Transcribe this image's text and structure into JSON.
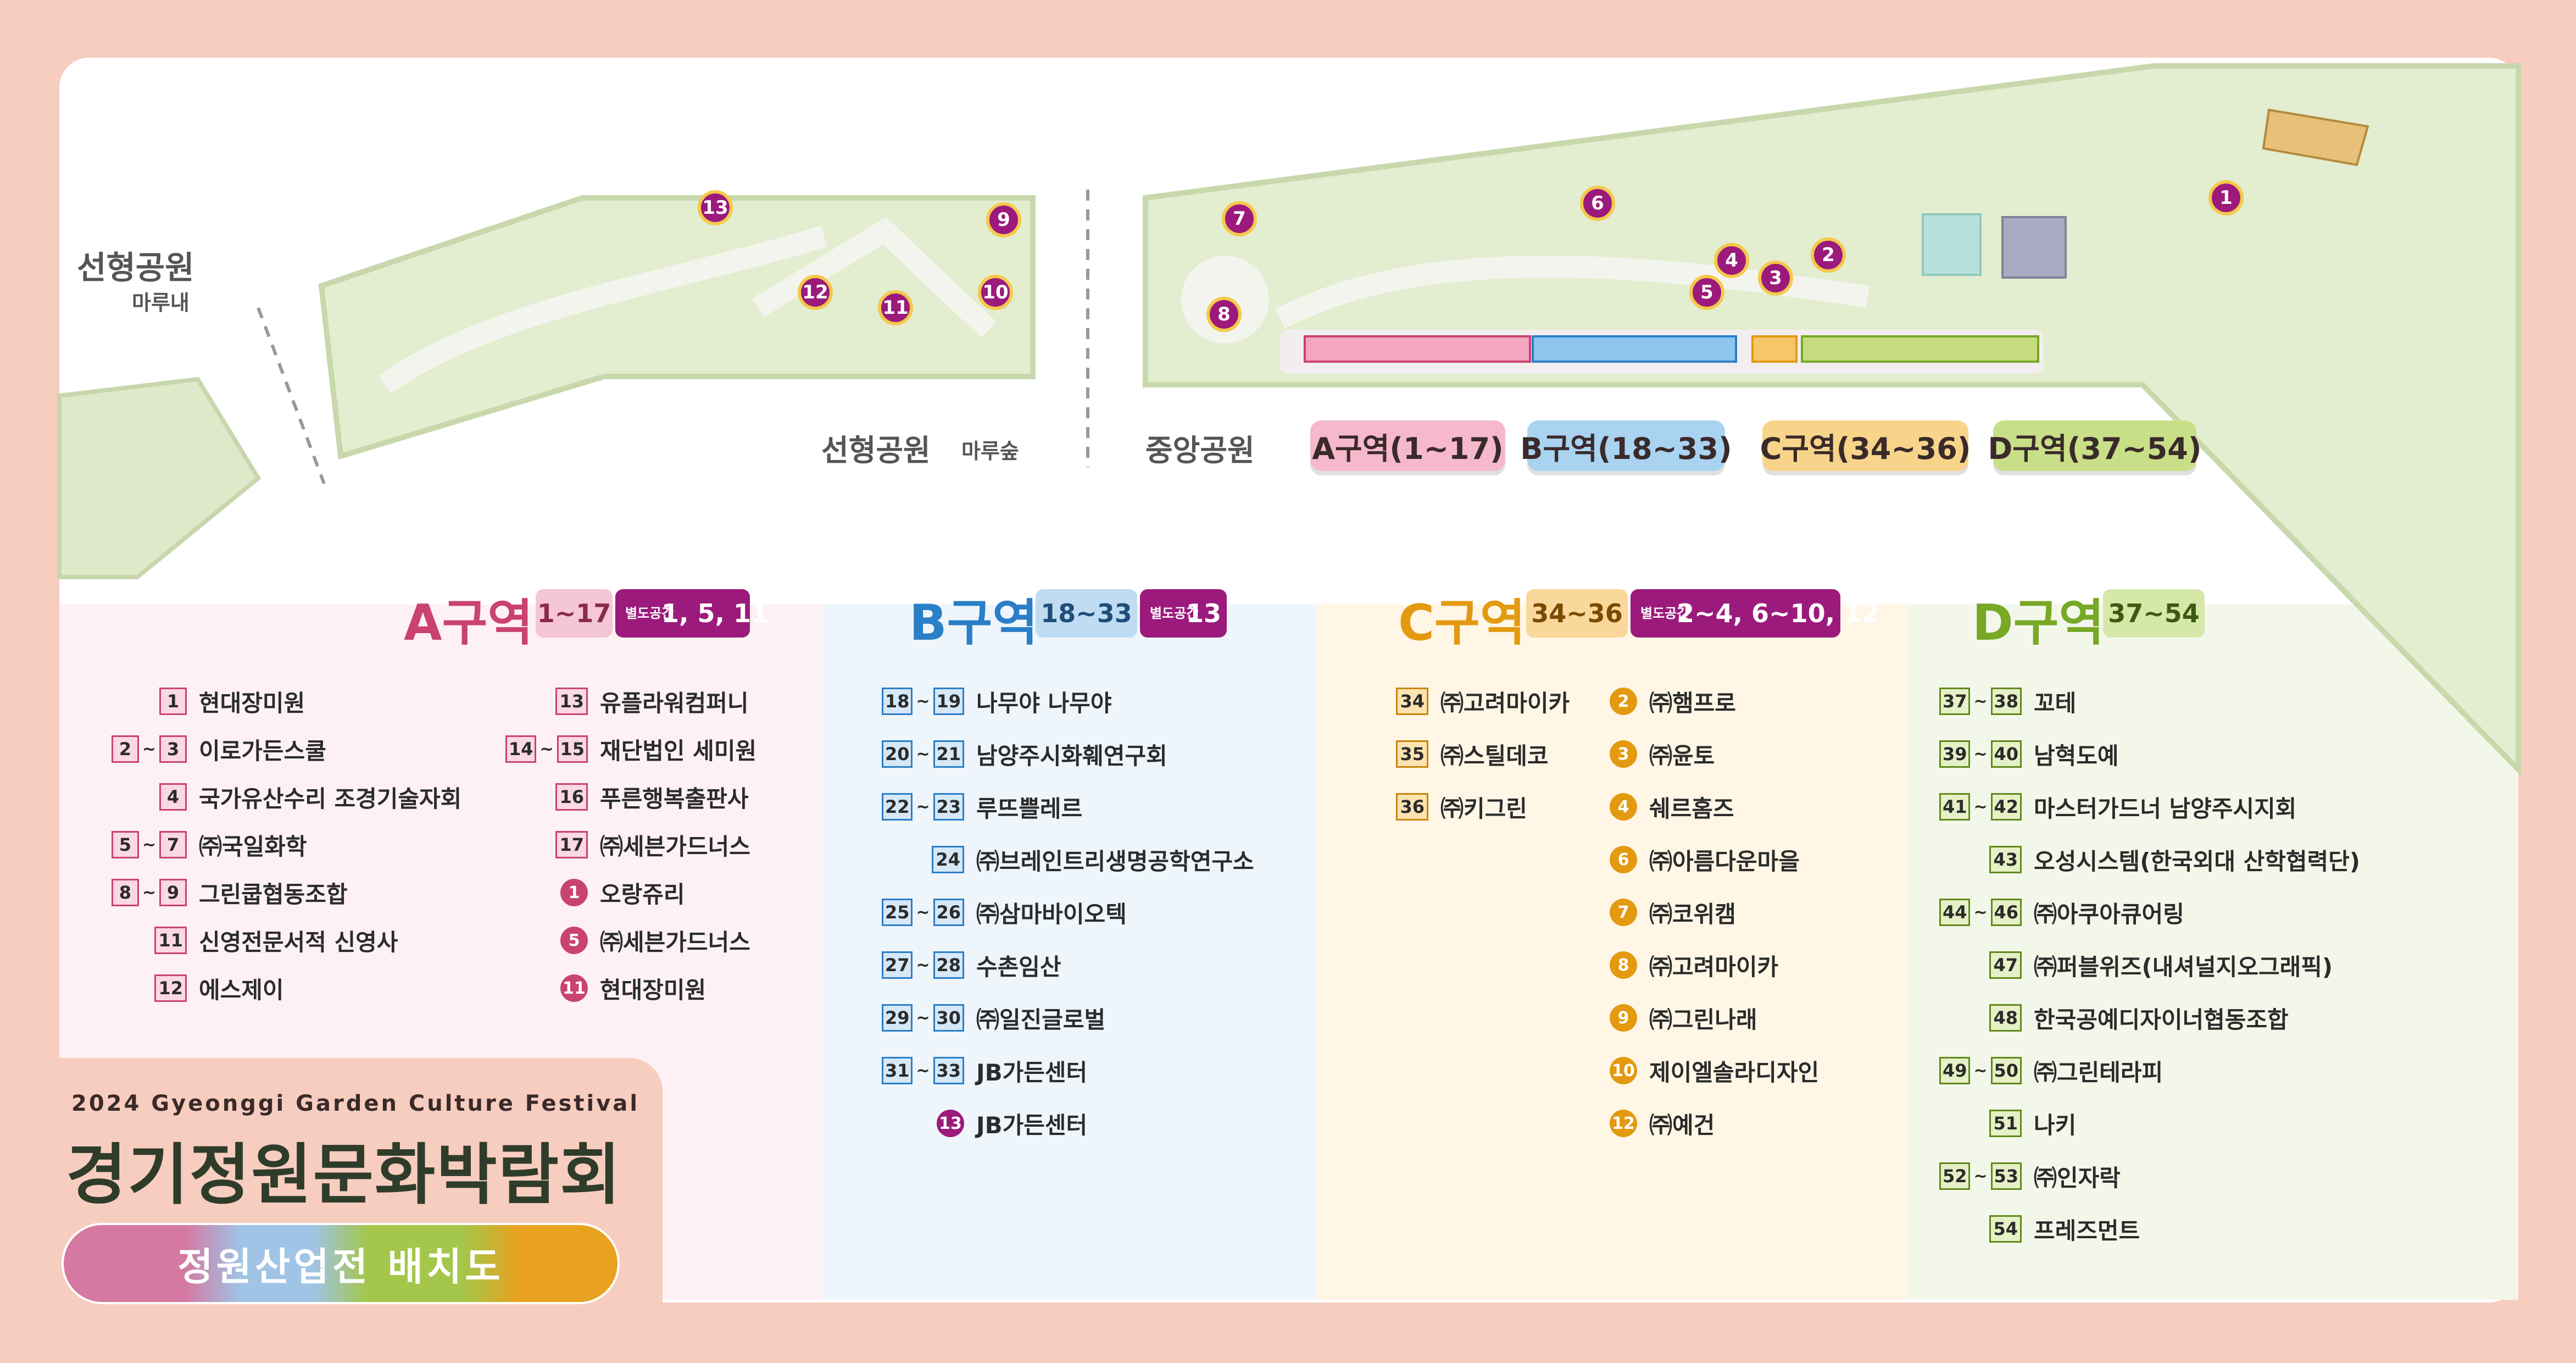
{
  "map": {
    "park_left": {
      "name": "선형공원",
      "sub": "마루내"
    },
    "park_mid": {
      "name": "선형공원",
      "sub": "마루숲"
    },
    "park_center": {
      "name": "중앙공원"
    },
    "zone_pills": [
      {
        "label": "A구역(1~17)",
        "color": "#f5b8cc"
      },
      {
        "label": "B구역(18~33)",
        "color": "#a9d3f0"
      },
      {
        "label": "C구역(34~36)",
        "color": "#f8d48a"
      },
      {
        "label": "D구역(37~54)",
        "color": "#c8df88"
      }
    ],
    "pins": [
      "13",
      "9",
      "12",
      "11",
      "10",
      "7",
      "8",
      "6",
      "4",
      "3",
      "2",
      "5",
      "1"
    ]
  },
  "zones": {
    "a": {
      "title": "A구역",
      "range": "1~17",
      "special_tag": "별도공간",
      "special": "1, 5, 11",
      "color": "#c9436e",
      "range_bg": "#f5c6d4",
      "entries_left": [
        {
          "from": "1",
          "to": "",
          "name": "현대장미원"
        },
        {
          "from": "2",
          "to": "3",
          "name": "이로가든스쿨"
        },
        {
          "from": "4",
          "to": "",
          "name": "국가유산수리 조경기술자회"
        },
        {
          "from": "5",
          "to": "7",
          "name": "㈜국일화학"
        },
        {
          "from": "8",
          "to": "9",
          "name": "그린쿱협동조합"
        },
        {
          "from": "11",
          "to": "",
          "name": "신영전문서적 신영사"
        },
        {
          "from": "12",
          "to": "",
          "name": "에스제이"
        }
      ],
      "entries_right": [
        {
          "from": "13",
          "to": "",
          "name": "유플라워컴퍼니",
          "circle": false
        },
        {
          "from": "14",
          "to": "15",
          "name": "재단법인 세미원",
          "circle": false
        },
        {
          "from": "16",
          "to": "",
          "name": "푸른행복출판사",
          "circle": false
        },
        {
          "from": "17",
          "to": "",
          "name": "㈜세븐가드너스",
          "circle": false
        },
        {
          "from": "1",
          "to": "",
          "name": "오랑쥬리",
          "circle": true
        },
        {
          "from": "5",
          "to": "",
          "name": "㈜세븐가드너스",
          "circle": true
        },
        {
          "from": "11",
          "to": "",
          "name": "현대장미원",
          "circle": true
        }
      ]
    },
    "b": {
      "title": "B구역",
      "range": "18~33",
      "special_tag": "별도공간",
      "special": "13",
      "color": "#2a7fc7",
      "range_bg": "#bfdcf2",
      "entries": [
        {
          "from": "18",
          "to": "19",
          "name": "나무야 나무야",
          "circle": false
        },
        {
          "from": "20",
          "to": "21",
          "name": "남양주시화훼연구회",
          "circle": false
        },
        {
          "from": "22",
          "to": "23",
          "name": "루뜨쁠레르",
          "circle": false
        },
        {
          "from": "24",
          "to": "",
          "name": "㈜브레인트리생명공학연구소",
          "circle": false
        },
        {
          "from": "25",
          "to": "26",
          "name": "㈜삼마바이오텍",
          "circle": false
        },
        {
          "from": "27",
          "to": "28",
          "name": "수촌임산",
          "circle": false
        },
        {
          "from": "29",
          "to": "30",
          "name": "㈜일진글로벌",
          "circle": false
        },
        {
          "from": "31",
          "to": "33",
          "name": "JB가든센터",
          "circle": false
        },
        {
          "from": "13",
          "to": "",
          "name": "JB가든센터",
          "circle": true
        }
      ]
    },
    "c": {
      "title": "C구역",
      "range": "34~36",
      "special_tag": "별도공간",
      "special": "2~4, 6~10, 12",
      "color": "#e39a10",
      "range_bg": "#fad79a",
      "entries_left": [
        {
          "from": "34",
          "to": "",
          "name": "㈜고려마이카"
        },
        {
          "from": "35",
          "to": "",
          "name": "㈜스틸데코"
        },
        {
          "from": "36",
          "to": "",
          "name": "㈜키그린"
        }
      ],
      "entries_right": [
        {
          "from": "2",
          "name": "㈜햄프로"
        },
        {
          "from": "3",
          "name": "㈜윤토"
        },
        {
          "from": "4",
          "name": "쉐르홈즈"
        },
        {
          "from": "6",
          "name": "㈜아름다운마을"
        },
        {
          "from": "7",
          "name": "㈜코위캠"
        },
        {
          "from": "8",
          "name": "㈜고려마이카"
        },
        {
          "from": "9",
          "name": "㈜그린나래"
        },
        {
          "from": "10",
          "name": "제이엘솔라디자인"
        },
        {
          "from": "12",
          "name": "㈜예건"
        }
      ]
    },
    "d": {
      "title": "D구역",
      "range": "37~54",
      "color": "#77a826",
      "range_bg": "#d6e8a8",
      "entries": [
        {
          "from": "37",
          "to": "38",
          "name": "꼬테"
        },
        {
          "from": "39",
          "to": "40",
          "name": "남혁도예"
        },
        {
          "from": "41",
          "to": "42",
          "name": "마스터가드너 남양주시지회"
        },
        {
          "from": "43",
          "to": "",
          "name": "오성시스템(한국외대 산학협력단)"
        },
        {
          "from": "44",
          "to": "46",
          "name": "㈜아쿠아큐어링"
        },
        {
          "from": "47",
          "to": "",
          "name": "㈜퍼블위즈(내셔널지오그래픽)"
        },
        {
          "from": "48",
          "to": "",
          "name": "한국공예디자이너협동조합"
        },
        {
          "from": "49",
          "to": "50",
          "name": "㈜그린테라피"
        },
        {
          "from": "51",
          "to": "",
          "name": "나키"
        },
        {
          "from": "52",
          "to": "53",
          "name": "㈜인자락"
        },
        {
          "from": "54",
          "to": "",
          "name": "프레즈먼트"
        }
      ]
    }
  },
  "festival": {
    "english": "2024 Gyeonggi Garden Culture Festival",
    "korean": "경기정원문화박람회",
    "subtitle": "정원산업전 배치도"
  }
}
